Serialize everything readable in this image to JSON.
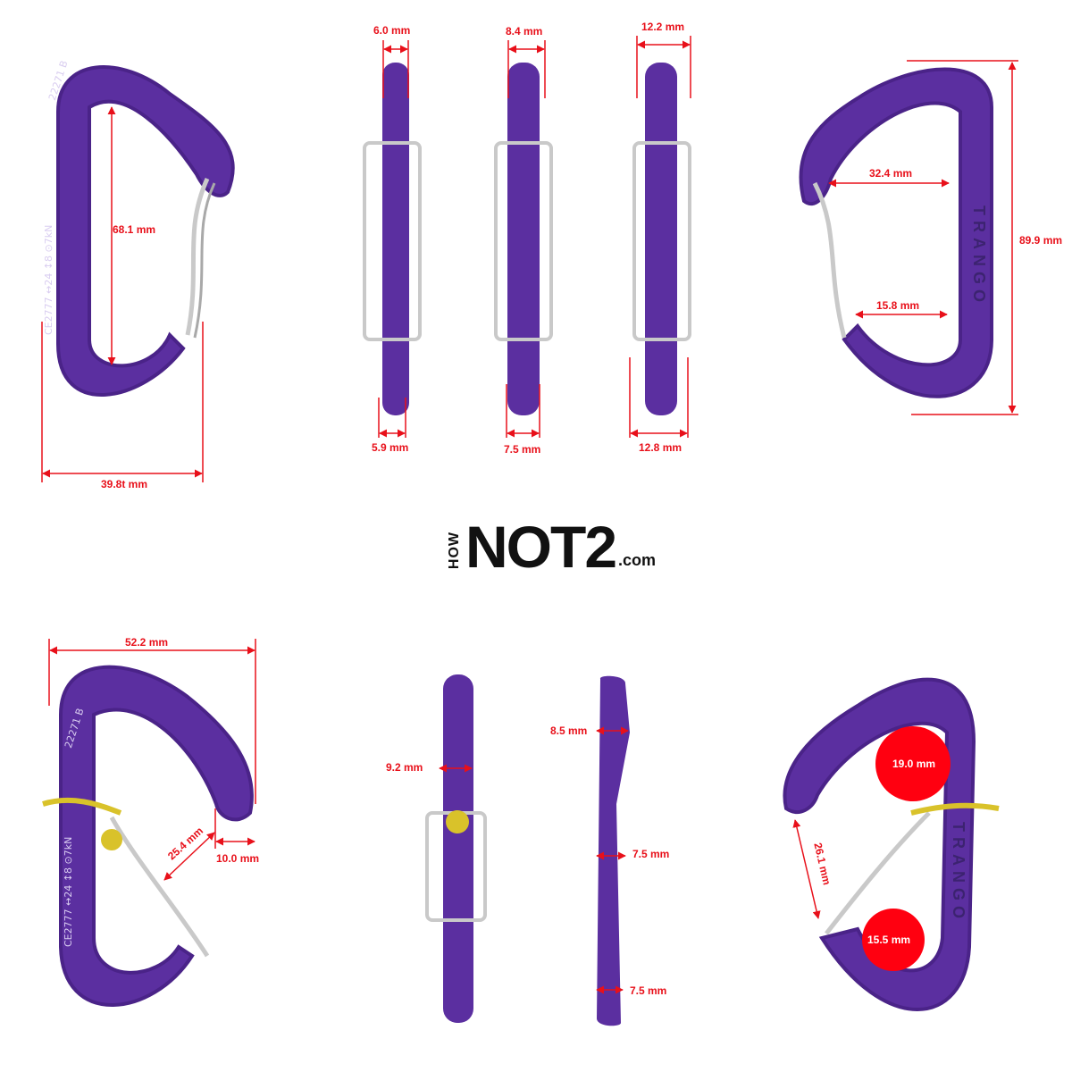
{
  "colors": {
    "carabiner": "#5b2fa0",
    "dimension": "#e8101a",
    "gate": "#c9c9c9",
    "rope": "#d9c22a"
  },
  "top_left": {
    "engraving_1": "22271 B",
    "engraving_2": "CE2777 ↔24 ↕8 ⊙7kN",
    "dims": {
      "inner_length": "68.1 mm",
      "width": "39.8t mm"
    }
  },
  "top_side": {
    "dims": {
      "a_top": "6.0 mm",
      "a_bottom": "5.9 mm",
      "b_top": "8.4 mm",
      "b_bottom": "7.5 mm",
      "c_top": "12.2 mm",
      "c_bottom": "12.8 mm"
    }
  },
  "top_right": {
    "brand": "TRANGO",
    "dims": {
      "gate_opening_top": "32.4 mm",
      "gate_opening_bottom": "15.8 mm",
      "length": "89.9 mm"
    }
  },
  "logo": {
    "how": "HOW",
    "main": "NOT2",
    "domain": ".com",
    "alt": "HowNOT2.com"
  },
  "bottom_left": {
    "engraving_1": "22271 B",
    "engraving_2": "CE2777 ↔24 ↕8 ⊙7kN",
    "dims": {
      "width": "52.2 mm",
      "gate_clearance": "25.4 mm",
      "nose": "10.0 mm"
    }
  },
  "bottom_side": {
    "dims": {
      "spine": "9.2 mm",
      "nose": "8.5 mm",
      "middle": "7.5 mm",
      "bottom": "7.5 mm"
    }
  },
  "bottom_right": {
    "brand": "TRANGO",
    "dims": {
      "top_radius": "19.0 mm",
      "bottom_radius": "15.5 mm",
      "gate_length": "26.1 mm"
    }
  }
}
